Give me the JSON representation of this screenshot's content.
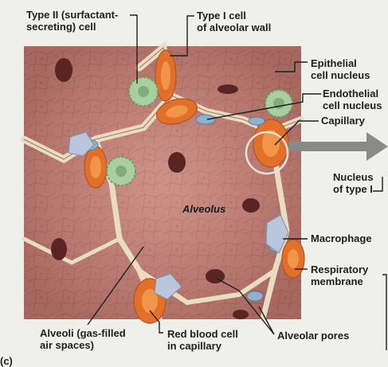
{
  "labels": {
    "type2_line1": "Type II (surfactant-",
    "type2_line2": "secreting) cell",
    "type1_line1": "Type I cell",
    "type1_line2": "of alveolar wall",
    "epithelial_line1": "Epithelial",
    "epithelial_line2": "cell nucleus",
    "endothelial_line1": "Endothelial",
    "endothelial_line2": "cell nucleus",
    "capillary": "Capillary",
    "nucleus_type1_line1": "Nucleus",
    "nucleus_type1_line2": "of type I",
    "alveolus": "Alveolus",
    "macrophage": "Macrophage",
    "respiratory_line1": "Respiratory",
    "respiratory_line2": "membrane",
    "alveoli_line1": "Alveoli (gas-filled",
    "alveoli_line2": "air spaces)",
    "rbc_line1": "Red blood cell",
    "rbc_line2": "in capillary",
    "pores": "Alveolar pores",
    "panel": "(c)"
  },
  "colors": {
    "background": "#efefec",
    "tissue": "#c98a80",
    "tissue_dark": "#b5716a",
    "cell_outline": "#9e5f59",
    "wall": "#e8dcc2",
    "capillary": "#e2702a",
    "nucleus_blue": "#8fb0cf",
    "type2_cell": "#a9cfa0",
    "pore": "#5a2424",
    "arrow": "#8a8a8a",
    "leader": "#1f1f1f"
  }
}
